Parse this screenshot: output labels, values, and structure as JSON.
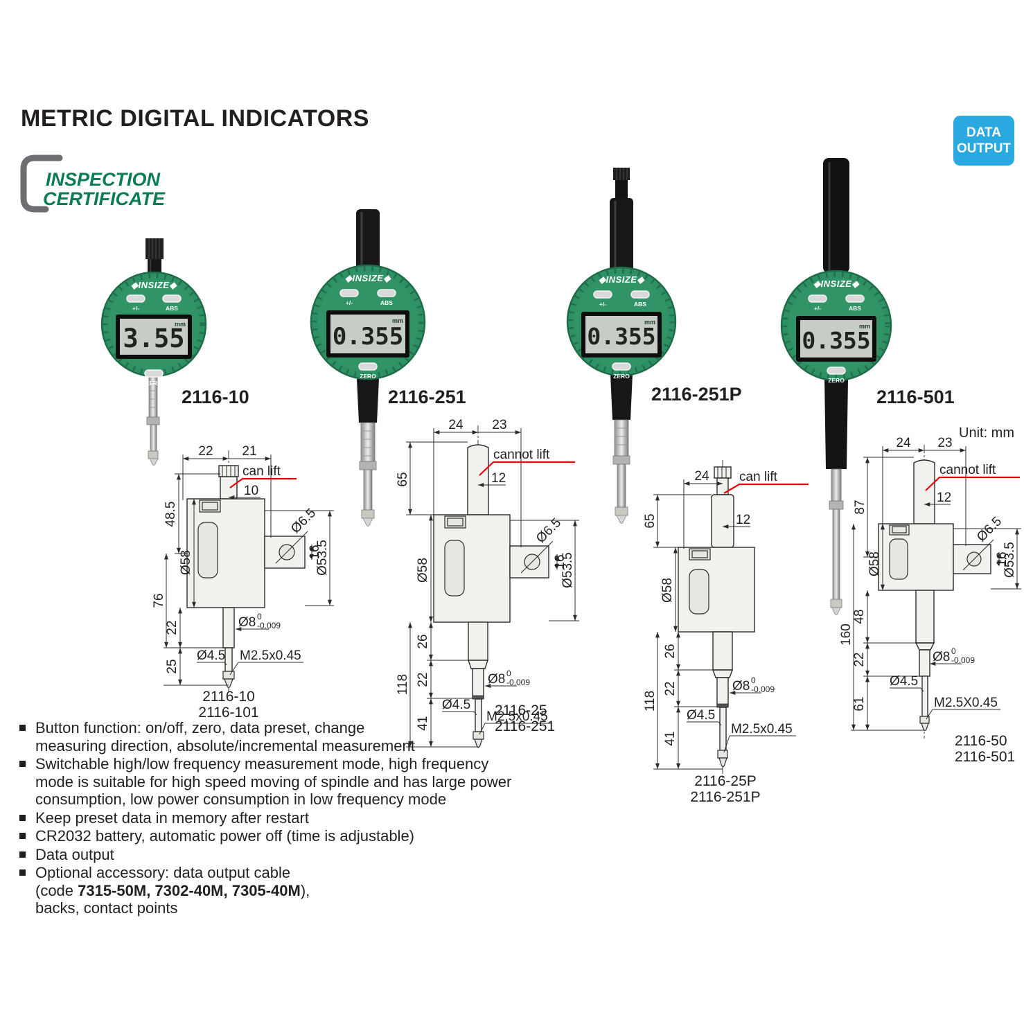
{
  "page": {
    "title": "METRIC DIGITAL INDICATORS",
    "unit_note": "Unit: mm"
  },
  "badge": {
    "line1": "DATA",
    "line2": "OUTPUT",
    "color": "#29a9df"
  },
  "certificate_logo": {
    "line1": "INSPECTION",
    "line2": "CERTIFICATE",
    "text_color": "#0b7d52",
    "bracket_color": "#6d6e71"
  },
  "colors": {
    "gauge_green": "#2e9163",
    "gauge_rim": "#1e6b49",
    "lcd_bg": "#c7cdc5",
    "stem_black": "#171717",
    "red_note": "#e8000d"
  },
  "gauges": [
    {
      "model": "2116-10",
      "brand": "◆INSIZE◆",
      "display": "3.55",
      "unit": "mm",
      "btn_left": "+/-",
      "btn_right": "ABS",
      "btn_bottom": "ZERO"
    },
    {
      "model": "2116-251",
      "brand": "◆INSIZE◆",
      "display": "0.355",
      "unit": "mm",
      "btn_left": "+/-",
      "btn_right": "ABS",
      "btn_bottom": "ZERO"
    },
    {
      "model": "2116-251P",
      "brand": "◆INSIZE◆",
      "display": "0.355",
      "unit": "mm",
      "btn_left": "+/-",
      "btn_right": "ABS",
      "btn_bottom": "ZERO"
    },
    {
      "model": "2116-501",
      "brand": "◆INSIZE◆",
      "display": "0.355",
      "unit": "mm",
      "btn_left": "+/-",
      "btn_right": "ABS",
      "btn_bottom": "ZERO"
    }
  ],
  "drawings": [
    {
      "caption1": "2116-10",
      "caption2": "2116-101",
      "lift_note": "can lift",
      "dim_top_left": "22",
      "dim_top_right": "21",
      "dim_neck": "10",
      "dim_h1": "48.5",
      "dim_body_dia": "Ø58",
      "dim_h2": "76",
      "dim_h3": "22",
      "dim_h4": "25",
      "dim_lug_hole": "Ø6.5",
      "dim_lug_h": "16",
      "dim_lug_dia": "Ø53.5",
      "dim_stem": "Ø8",
      "tol_hi": "0",
      "tol_lo": "-0.009",
      "dim_tip": "Ø4.5",
      "dim_thread": "M2.5x0.45"
    },
    {
      "caption1": "2116-25",
      "caption2": "2116-251",
      "lift_note": "cannot lift",
      "dim_top_left": "24",
      "dim_top_right": "23",
      "dim_neck": "12",
      "dim_h1": "65",
      "dim_body_dia": "Ø58",
      "dim_h2": "118",
      "dim_h3": "26",
      "dim_h4": "22",
      "dim_h5": "41",
      "dim_lug_hole": "Ø6.5",
      "dim_lug_h": "16",
      "dim_lug_dia": "Ø53.5",
      "dim_stem": "Ø8",
      "tol_hi": "0",
      "tol_lo": "-0.009",
      "dim_tip": "Ø4.5",
      "dim_thread": "M2.5x0.45"
    },
    {
      "caption1": "2116-25P",
      "caption2": "2116-251P",
      "lift_note": "can lift",
      "dim_top_left": "24",
      "dim_neck": "12",
      "dim_h1": "65",
      "dim_body_dia": "Ø58",
      "dim_h2": "118",
      "dim_h3": "26",
      "dim_h4": "22",
      "dim_h5": "41",
      "dim_stem": "Ø8",
      "tol_hi": "0",
      "tol_lo": "-0.009",
      "dim_tip": "Ø4.5",
      "dim_thread": "M2.5x0.45"
    },
    {
      "caption1": "2116-50",
      "caption2": "2116-501",
      "lift_note": "cannot lift",
      "dim_top_left": "24",
      "dim_top_right": "23",
      "dim_neck": "12",
      "dim_h1": "87",
      "dim_body_dia": "Ø58",
      "dim_h2": "160",
      "dim_h3": "48",
      "dim_h4": "22",
      "dim_h5": "61",
      "dim_lug_hole": "Ø6.5",
      "dim_lug_h": "16",
      "dim_lug_dia": "Ø53.5",
      "dim_stem": "Ø8",
      "tol_hi": "0",
      "tol_lo": "-0.009",
      "dim_tip": "Ø4.5",
      "dim_thread": "M2.5X0.45"
    }
  ],
  "features": [
    {
      "l1": "Button function: on/off, zero, data preset, change",
      "l2": "measuring direction, absolute/incremental measurement"
    },
    {
      "l1": "Switchable high/low frequency measurement mode, high frequency",
      "l2": "mode is suitable for high speed moving of spindle and has large power",
      "l3": "consumption, low power consumption in low frequency mode"
    },
    {
      "l1": "Keep preset data in memory after restart"
    },
    {
      "l1": "CR2032 battery, automatic power off (time is adjustable)"
    },
    {
      "l1": "Data output"
    },
    {
      "l1": "Optional accessory: data output cable",
      "l2_pre": "(code ",
      "l2_codes": "7315-50M, 7302-40M, 7305-40M",
      "l2_post": "),",
      "l3": "backs, contact points"
    }
  ]
}
